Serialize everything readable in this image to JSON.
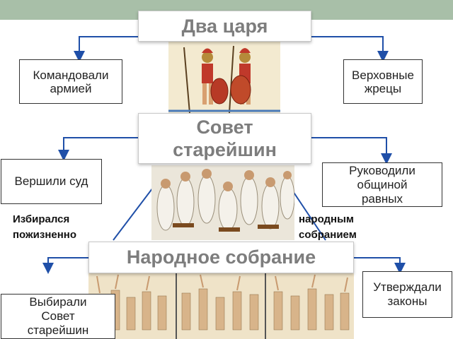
{
  "kings": {
    "title": "Два царя",
    "left": "Командовали\nармией",
    "right": "Верховные\nжрецы"
  },
  "elders": {
    "title": "Совет\nстарейшин",
    "left": "Вершили суд",
    "right": "Руководили\nобщиной\nравных"
  },
  "assembly": {
    "title": "Народное собрание",
    "left": "Выбирали\nСовет\nстарейшин",
    "right": "Утверждали\nзаконы"
  },
  "notes": {
    "left": "Избирался\nпожизненно",
    "right": "народным\nсобранием"
  },
  "colors": {
    "arrow": "#1f4fa8",
    "title_text": "#7d7d7d",
    "bar": "#a8bfa8"
  },
  "icons": [
    "spartan-warriors-image",
    "elders-council-image",
    "assembly-crowd-image"
  ]
}
